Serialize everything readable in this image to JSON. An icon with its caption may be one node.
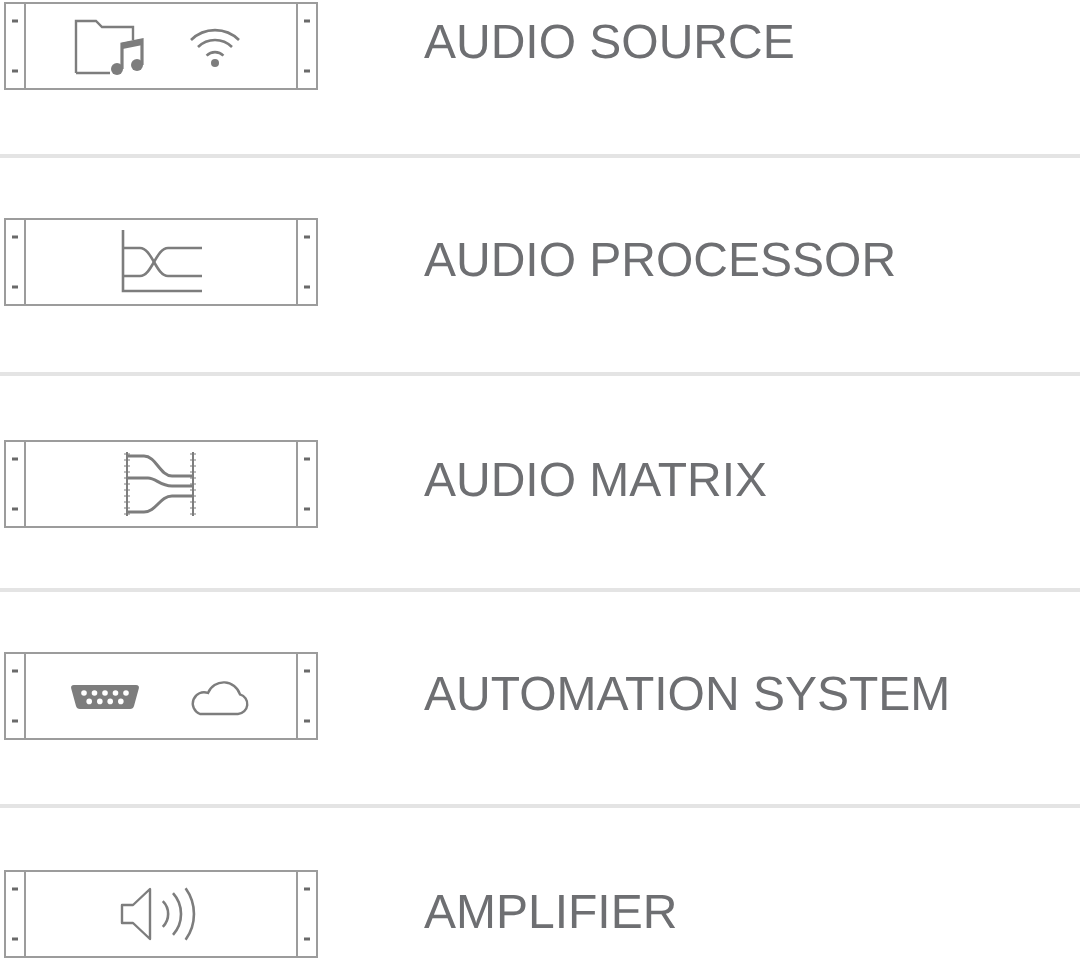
{
  "diagram": {
    "nodes": [
      {
        "text": [],
        "shape": "picture",
        "beside": [
          "AUDIO SOURCE"
        ]
      },
      {
        "text": [],
        "shape": "picture",
        "beside": [
          "AUDIO PROCESSOR"
        ]
      },
      {
        "text": [],
        "shape": "picture",
        "beside": [
          "AUDIO MATRIX"
        ]
      },
      {
        "text": [],
        "shape": "picture",
        "beside": [
          "AUTOMATION SYSTEM"
        ]
      },
      {
        "text": [],
        "shape": "picture",
        "beside": [
          "AMPLIFIER"
        ]
      }
    ]
  }
}
